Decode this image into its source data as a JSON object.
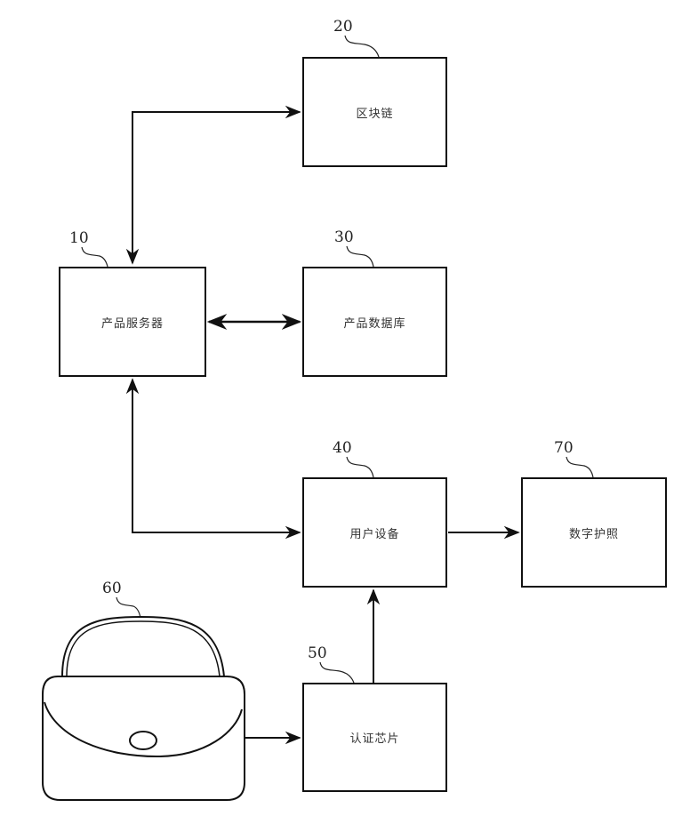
{
  "diagram": {
    "type": "block-diagram",
    "nodes": [
      {
        "id": "10",
        "ref": "10",
        "label": "产品服务器"
      },
      {
        "id": "20",
        "ref": "20",
        "label": "区块链"
      },
      {
        "id": "30",
        "ref": "30",
        "label": "产品数据库"
      },
      {
        "id": "40",
        "ref": "40",
        "label": "用户设备"
      },
      {
        "id": "50",
        "ref": "50",
        "label": "认证芯片"
      },
      {
        "id": "60",
        "ref": "60",
        "label": "handbag (product)"
      },
      {
        "id": "70",
        "ref": "70",
        "label": "数字护照"
      }
    ],
    "edges": [
      {
        "from": "10",
        "to": "20",
        "direction": "both"
      },
      {
        "from": "10",
        "to": "30",
        "direction": "both"
      },
      {
        "from": "10",
        "to": "40",
        "direction": "both"
      },
      {
        "from": "40",
        "to": "70",
        "direction": "forward"
      },
      {
        "from": "50",
        "to": "40",
        "direction": "forward"
      },
      {
        "from": "60",
        "to": "50",
        "direction": "forward"
      }
    ]
  }
}
